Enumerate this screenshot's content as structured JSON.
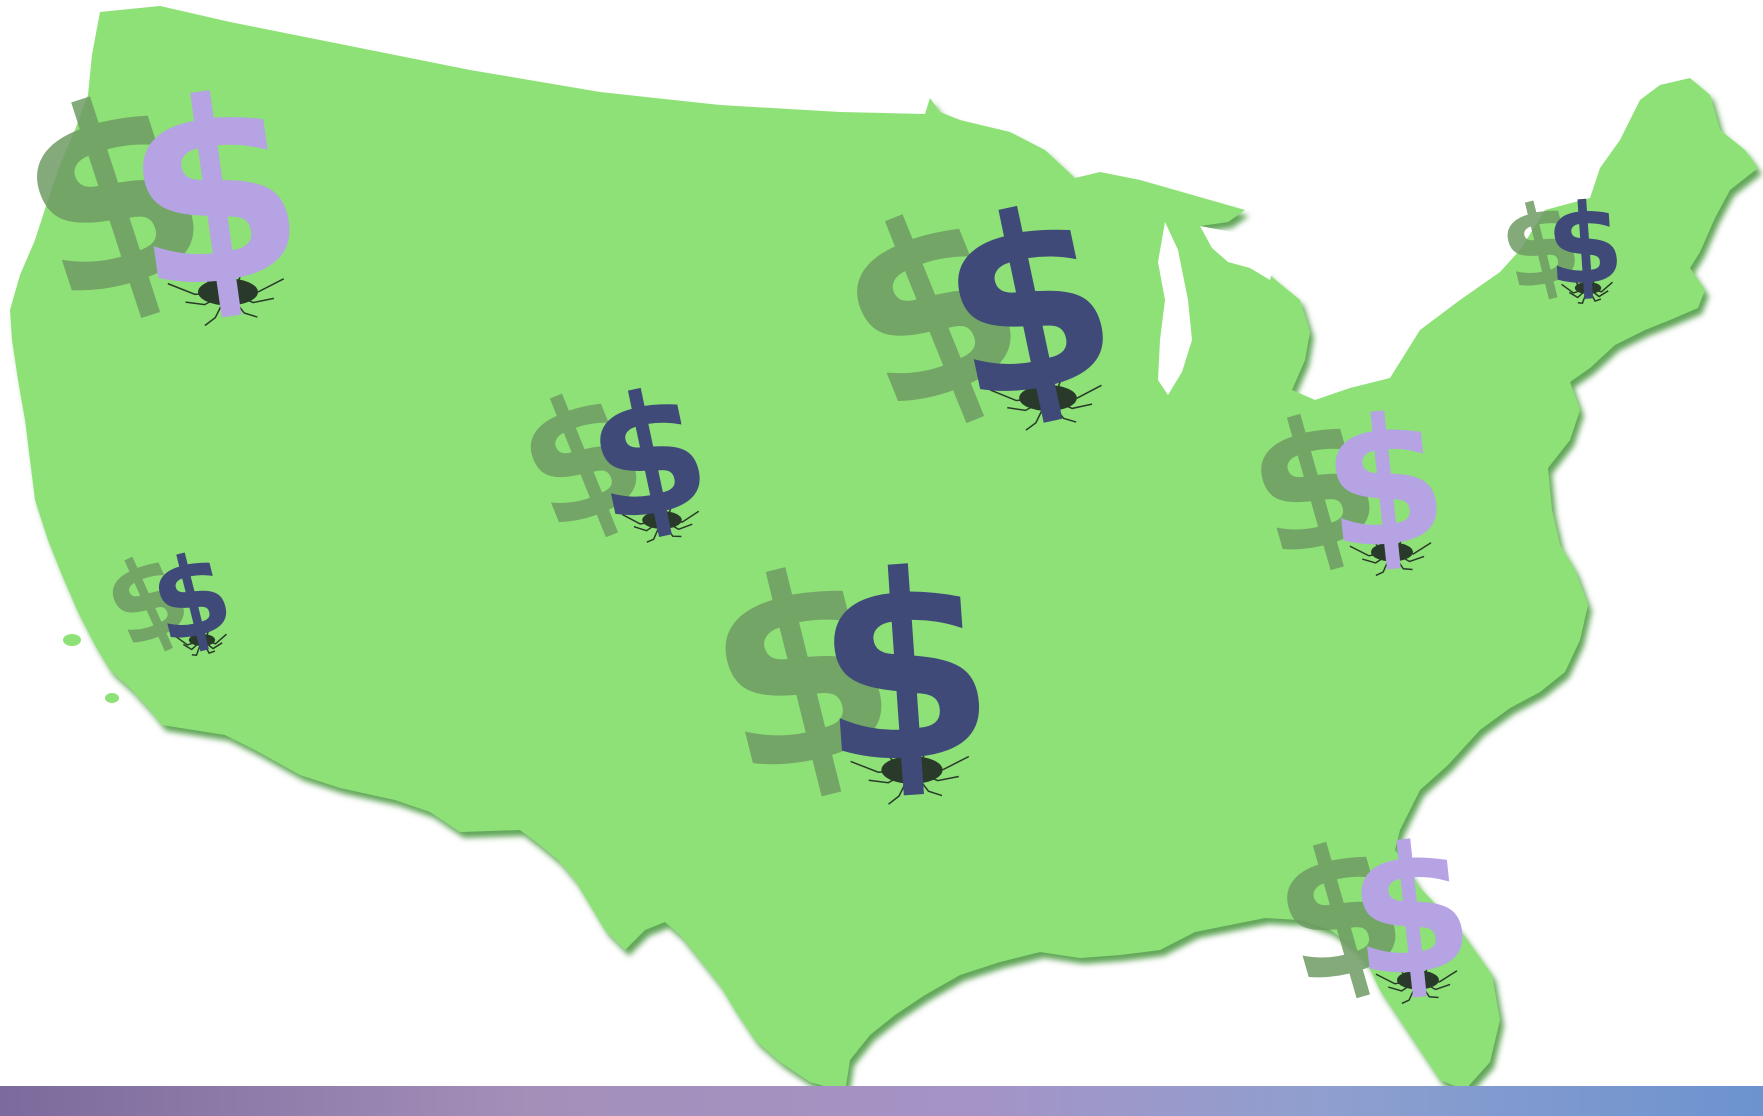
{
  "map": {
    "land_color": "#8de177",
    "land_shadow_color": "#5fae52",
    "region": "contiguous-united-states"
  },
  "markers": [
    {
      "name": "pacific-northwest",
      "glyph": "$",
      "color": "#b5a3e4",
      "size": "large"
    },
    {
      "name": "california",
      "glyph": "$",
      "color": "#3f4a78",
      "size": "small"
    },
    {
      "name": "central-plains",
      "glyph": "$",
      "color": "#3f4a78",
      "size": "medium"
    },
    {
      "name": "great-lakes",
      "glyph": "$",
      "color": "#3f4a78",
      "size": "large"
    },
    {
      "name": "south-central",
      "glyph": "$",
      "color": "#3f4a78",
      "size": "large"
    },
    {
      "name": "mid-atlantic",
      "glyph": "$",
      "color": "#b5a3e4",
      "size": "medium"
    },
    {
      "name": "new-england",
      "glyph": "$",
      "color": "#3f4a78",
      "size": "small"
    },
    {
      "name": "florida",
      "glyph": "$",
      "color": "#b5a3e4",
      "size": "medium"
    }
  ],
  "colors": {
    "dollar_dark": "#3f4a78",
    "dollar_light": "#b5a3e4",
    "dollar_shadow": "#6e9a63",
    "crack": "#2a3a2a"
  },
  "footer_bar": {
    "gradient_start": "#7b6a9c",
    "gradient_end": "#6c93cf"
  }
}
